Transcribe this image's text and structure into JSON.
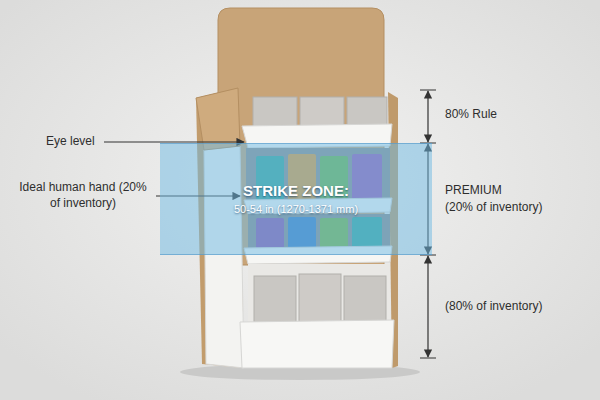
{
  "diagram": {
    "nodes": [
      {
        "text": [
          "STRIKE ZONE:",
          "50-54 in (1270-1371 mm)"
        ]
      }
    ],
    "labels": [
      "Eye level",
      "Ideal human hand (20% of inventory)",
      "80% Rule",
      "PREMIUM",
      "(20% of inventory)",
      "(80% of inventory)"
    ]
  }
}
